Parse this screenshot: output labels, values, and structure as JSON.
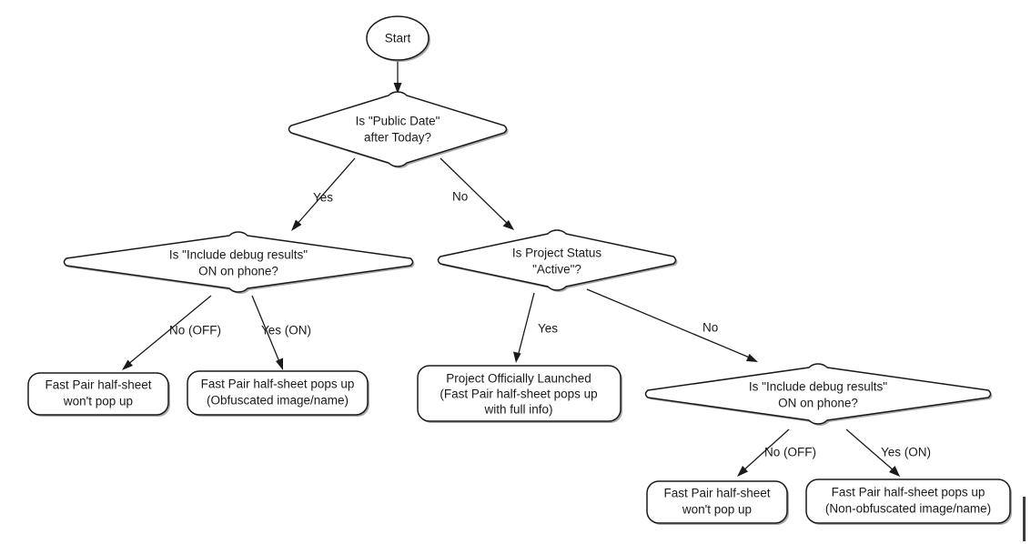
{
  "diagram": {
    "title": "Fast Pair Half-Sheet Decision Flowchart",
    "type": "flowchart",
    "background_color": "#ffffff",
    "stroke_color": "#1a1a1a",
    "shadow_color": "#9a9a9a",
    "text_color": "#1a1a1a"
  },
  "nodes": {
    "start": {
      "shape": "ellipse",
      "label": "Start"
    },
    "decision_public_date": {
      "shape": "diamond",
      "line1": "Is \"Public Date\"",
      "line2": "after Today?"
    },
    "decision_debug_left": {
      "shape": "diamond",
      "line1": "Is \"Include debug results\"",
      "line2": "ON on phone?"
    },
    "decision_project_status": {
      "shape": "diamond",
      "line1": "Is Project Status",
      "line2": "\"Active\"?"
    },
    "decision_debug_right": {
      "shape": "diamond",
      "line1": "Is \"Include debug results\"",
      "line2": "ON on phone?"
    },
    "terminal_no_popup_left": {
      "shape": "rounded-rect",
      "line1": "Fast Pair half-sheet",
      "line2": "won't pop up"
    },
    "terminal_obfuscated": {
      "shape": "rounded-rect",
      "line1": "Fast Pair half-sheet pops up",
      "line2": "(Obfuscated image/name)"
    },
    "terminal_launched": {
      "shape": "rounded-rect",
      "line1": "Project Officially Launched",
      "line2": "(Fast Pair half-sheet pops up",
      "line3": "with full info)"
    },
    "terminal_no_popup_right": {
      "shape": "rounded-rect",
      "line1": "Fast Pair half-sheet",
      "line2": "won't pop up"
    },
    "terminal_non_obfuscated": {
      "shape": "rounded-rect",
      "line1": "Fast Pair half-sheet pops up",
      "line2": "(Non-obfuscated image/name)"
    }
  },
  "edges": {
    "start_to_public_date": {
      "label": ""
    },
    "public_date_yes": {
      "label": "Yes"
    },
    "public_date_no": {
      "label": "No"
    },
    "debug_left_no": {
      "label": "No (OFF)"
    },
    "debug_left_yes": {
      "label": "Yes (ON)"
    },
    "project_status_yes": {
      "label": "Yes"
    },
    "project_status_no": {
      "label": "No"
    },
    "debug_right_no": {
      "label": "No (OFF)"
    },
    "debug_right_yes": {
      "label": "Yes (ON)"
    }
  }
}
